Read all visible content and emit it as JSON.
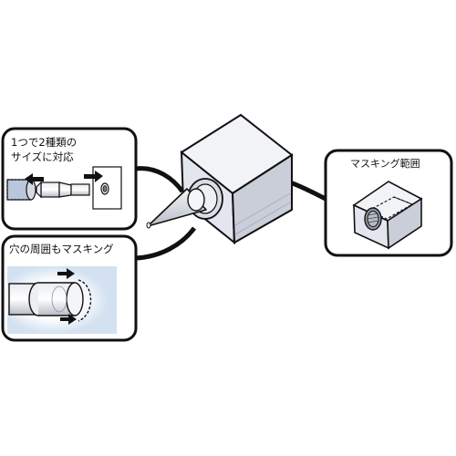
{
  "callouts": {
    "top_left": {
      "line1": "1つで2種類の",
      "line2": "サイズに対応"
    },
    "bottom_left": {
      "line1": "穴の周囲もマスキング"
    },
    "right": {
      "line1": "マスキング範囲"
    }
  },
  "colors": {
    "outline": "#111111",
    "cube_top": "#f1f3f7",
    "cube_left": "#e3e6ee",
    "cube_right": "#c9ced9",
    "highlight_glow": "#d6e4f3"
  }
}
